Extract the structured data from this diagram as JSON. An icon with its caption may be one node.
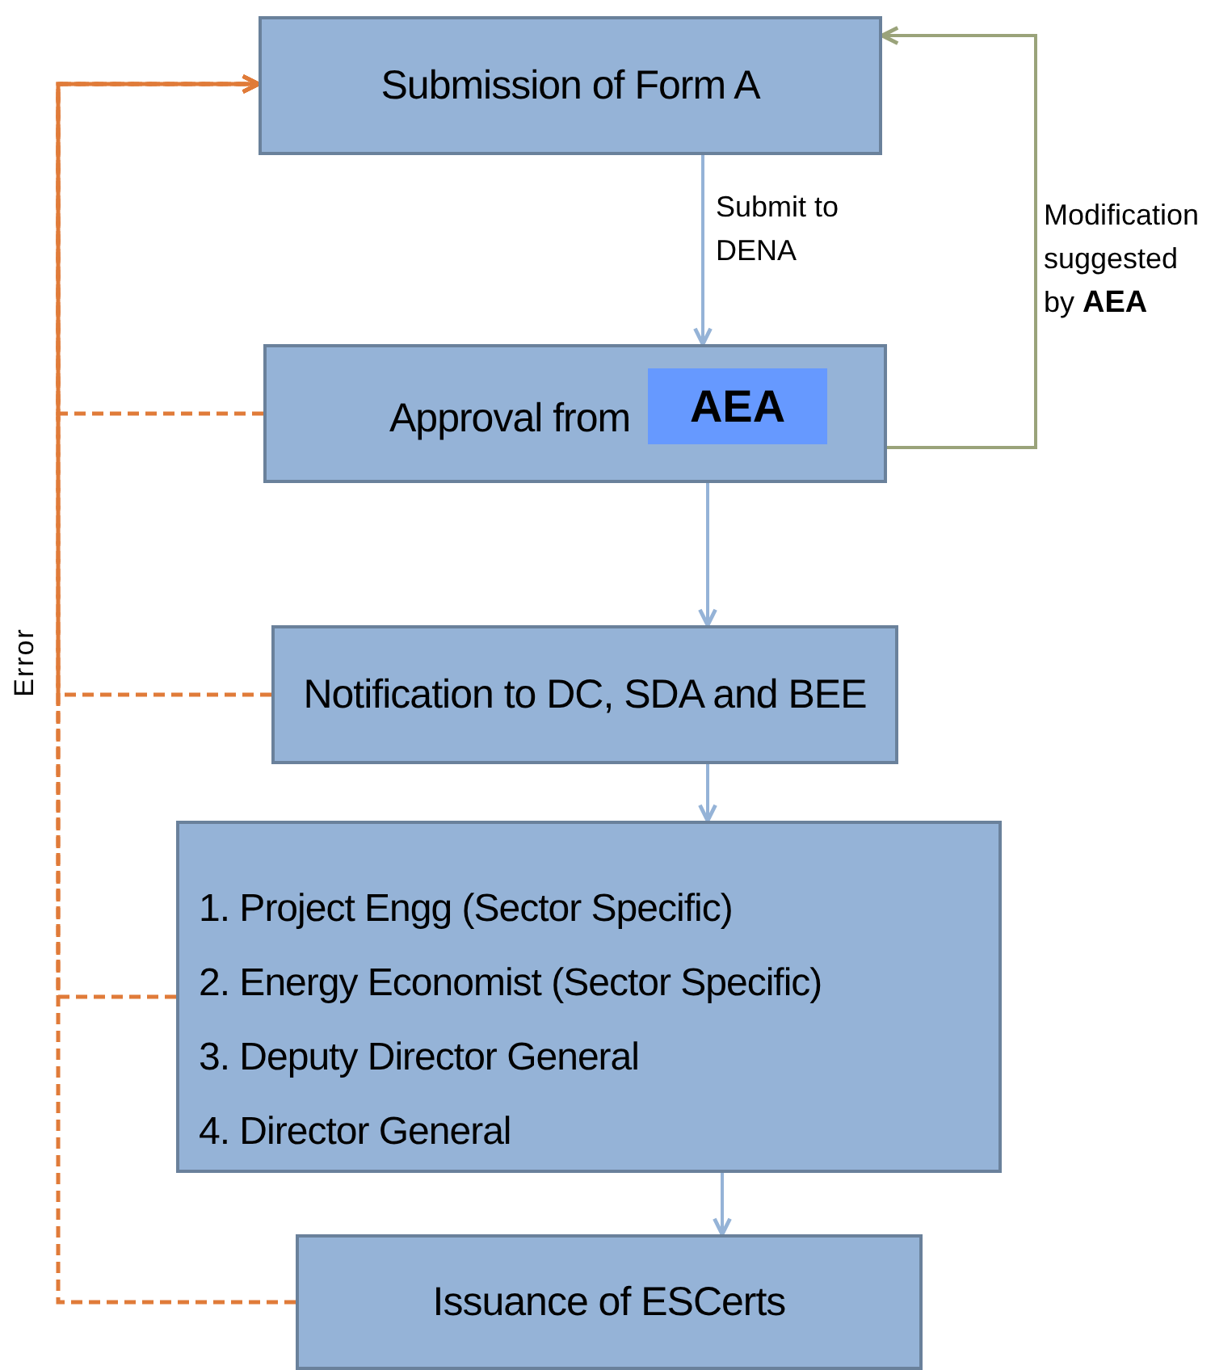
{
  "diagram": {
    "nodes": [
      {
        "text": [
          "Submission of Form A"
        ]
      },
      {
        "text": [
          "Approval from"
        ]
      },
      {
        "text": [
          "AEA"
        ],
        "in": 1
      },
      {
        "text": [
          "Notification to DC, SDA and BEE"
        ]
      },
      {
        "text": [
          "1. Project Engg (Sector Specific)",
          "2. Energy Economist (Sector Specific)",
          "3. Deputy Director General",
          "4. Director General"
        ]
      },
      {
        "text": [
          "Issuance of ESCerts"
        ]
      }
    ],
    "edges": [
      {
        "from": 0,
        "to": 1,
        "arrow": "to",
        "label": "Submit to DENA",
        "color": "#95b3d7"
      },
      {
        "from": 1,
        "to": 0,
        "arrow": "to",
        "label": "Modification suggested by **AEA**",
        "color": "#9aa37a"
      },
      {
        "from": 1,
        "to": 3,
        "arrow": "to",
        "color": "#95b3d7"
      },
      {
        "from": 3,
        "to": 4,
        "arrow": "to",
        "color": "#95b3d7"
      },
      {
        "from": 4,
        "to": 5,
        "arrow": "to",
        "color": "#95b3d7"
      },
      {
        "from": 1,
        "to": 0,
        "arrow": "to",
        "style": "dashed",
        "color": "#e07b39"
      },
      {
        "from": 3,
        "to": 0,
        "arrow": "to",
        "style": "dashed",
        "color": "#e07b39"
      },
      {
        "from": 4,
        "to": 0,
        "arrow": "to",
        "style": "dashed",
        "color": "#e07b39"
      },
      {
        "from": 5,
        "to": 0,
        "arrow": "to",
        "style": "dashed",
        "color": "#e07b39"
      }
    ],
    "labels": [
      "Error"
    ]
  }
}
